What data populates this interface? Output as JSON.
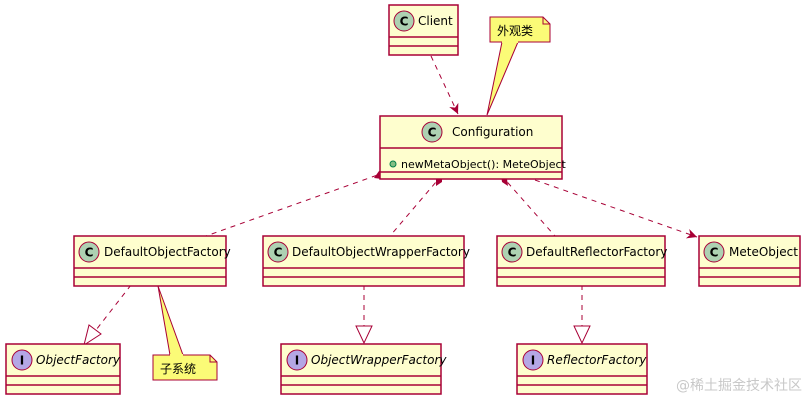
{
  "colors": {
    "class_fill": "#FEFECE",
    "class_border": "#A80036",
    "class_badge": "#ADD1B2",
    "interface_badge": "#B4A7E5",
    "note_fill": "#FBFB77",
    "note_border": "#A80036",
    "arrow": "#A80036"
  },
  "classes": {
    "client": {
      "name": "Client",
      "kind": "C"
    },
    "configuration": {
      "name": "Configuration",
      "kind": "C",
      "method": "newMetaObject(): MeteObject"
    },
    "default_object_factory": {
      "name": "DefaultObjectFactory",
      "kind": "C"
    },
    "default_object_wrapper_factory": {
      "name": "DefaultObjectWrapperFactory",
      "kind": "C"
    },
    "default_reflector_factory": {
      "name": "DefaultReflectorFactory",
      "kind": "C"
    },
    "mete_object": {
      "name": "MeteObject",
      "kind": "C"
    },
    "object_factory": {
      "name": "ObjectFactory",
      "kind": "I"
    },
    "object_wrapper_factory": {
      "name": "ObjectWrapperFactory",
      "kind": "I"
    },
    "reflector_factory": {
      "name": "ReflectorFactory",
      "kind": "I"
    }
  },
  "notes": {
    "facade": "外观类",
    "subsystem": "子系统"
  },
  "watermark": "@稀土掘金技术社区"
}
